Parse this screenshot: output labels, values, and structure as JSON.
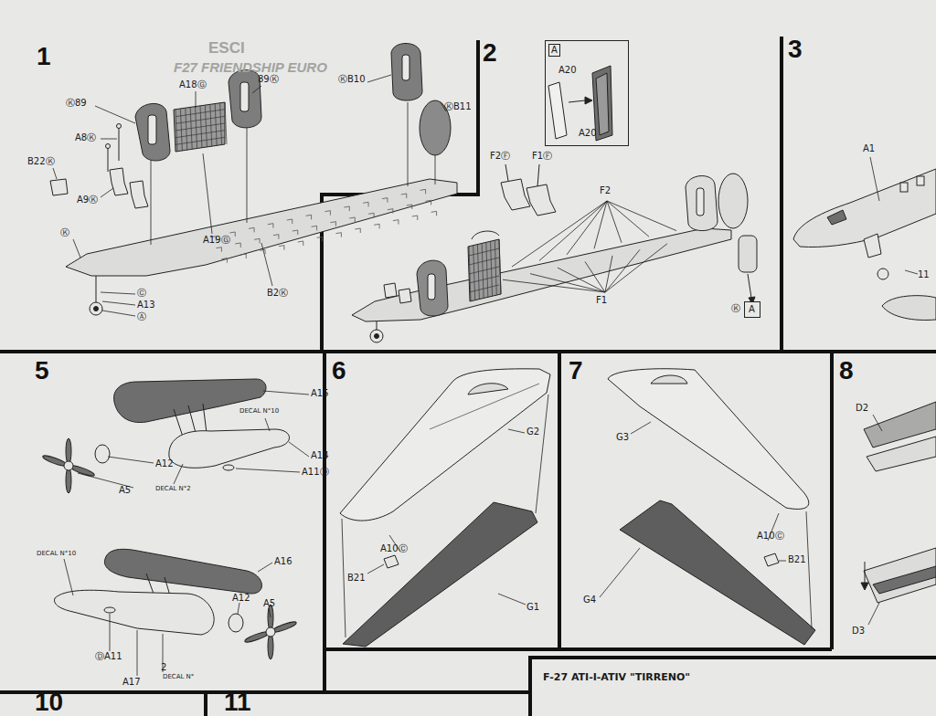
{
  "diagram": {
    "nodes": [
      {
        "text": [
          "A",
          "A20",
          "A20"
        ]
      },
      {
        "text": [
          "A"
        ]
      },
      {
        "text": [
          "F-27 ATI-I-ATIV \"TIRRENO\""
        ]
      }
    ],
    "labels": [
      "1",
      "2",
      "3",
      "5",
      "6",
      "7",
      "8",
      "10",
      "11",
      "ESCI",
      "F27 FRIENDSHIP EURO",
      "Ⓚ89",
      "A18Ⓖ",
      "89Ⓚ",
      "A8Ⓚ",
      "B22Ⓚ",
      "A9Ⓚ",
      "Ⓚ",
      "A19Ⓖ",
      "B2Ⓚ",
      "Ⓒ",
      "A13",
      "Ⓐ",
      "ⓀB10",
      "ⓀB11",
      "F2Ⓕ",
      "F1Ⓕ",
      "F2",
      "F1",
      "Ⓚ",
      "A1",
      "11",
      "A15",
      "DECAL N°10",
      "A12",
      "A14",
      "A11Ⓓ",
      "DECAL N°2",
      "A5",
      "DECAL N°10",
      "A16",
      "A12",
      "A5",
      "ⒹA11",
      "A17",
      "2",
      "DECAL N°",
      "G2",
      "A10Ⓒ",
      "B21",
      "G1",
      "G3",
      "A10Ⓒ",
      "B21",
      "G4",
      "D2",
      "D3"
    ]
  }
}
